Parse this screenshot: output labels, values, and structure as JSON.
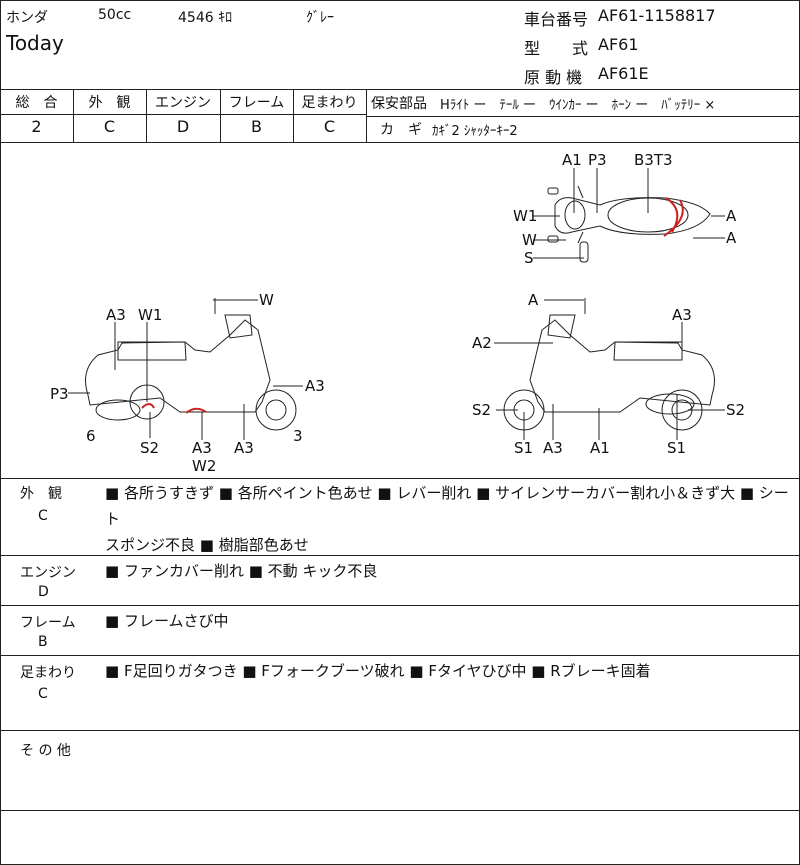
{
  "header": {
    "maker": "ホンダ",
    "displacement": "50cc",
    "mileage": "4546 ｷﾛ",
    "color": "ｸﾞﾚｰ",
    "model_name": "Today",
    "frame_no_label": "車台番号",
    "frame_no": "AF61-1158817",
    "type_label": "型　　式",
    "type": "AF61",
    "engine_label": "原 動 機",
    "engine": "AF61E"
  },
  "grades": {
    "headers": [
      "総　合",
      "外　観",
      "エンジン",
      "フレーム",
      "足まわり"
    ],
    "values": [
      "2",
      "C",
      "D",
      "B",
      "C"
    ]
  },
  "parts": {
    "label": "保安部品",
    "items": "Hﾗｲﾄ ー　ﾃｰﾙ ー　ｳｲﾝｶｰ ー　ﾎｰﾝ ー　ﾊﾞｯﾃﾘｰ ×",
    "key_label": "カ　ギ",
    "key_value": "ｶｷﾞ2 ｼｬｯﾀｰｷｰ2"
  },
  "diagram_labels": {
    "top": [
      "A1",
      "P3",
      "B3T3",
      "W1",
      "A",
      "W",
      "A",
      "S"
    ],
    "left": [
      "W",
      "A3",
      "W1",
      "P3",
      "A3",
      "6",
      "S2",
      "A3",
      "W2",
      "A3",
      "3"
    ],
    "right": [
      "A",
      "A3",
      "A2",
      "S2",
      "S2",
      "S1",
      "A3",
      "A1",
      "S1"
    ]
  },
  "remarks": [
    {
      "label": "外　観",
      "grade": "C",
      "text": "■ 各所うすきず ■ 各所ペイント色あせ ■ レバー削れ ■ サイレンサーカバー割れ小＆きず大 ■ シート",
      "text2": "スポンジ不良 ■ 樹脂部色あせ"
    },
    {
      "label": "エンジン",
      "grade": "D",
      "text": "■ ファンカバー削れ ■ 不動 キック不良",
      "text2": ""
    },
    {
      "label": "フレーム",
      "grade": "B",
      "text": "■ フレームさび中",
      "text2": ""
    },
    {
      "label": "足まわり",
      "grade": "C",
      "text": "■ F足回りガタつき ■ Fフォークブーツ破れ ■ Fタイヤひび中 ■ Rブレーキ固着",
      "text2": ""
    },
    {
      "label": "そ の 他",
      "grade": "",
      "text": "",
      "text2": ""
    }
  ],
  "colors": {
    "damage_mark": "#cc2222"
  }
}
